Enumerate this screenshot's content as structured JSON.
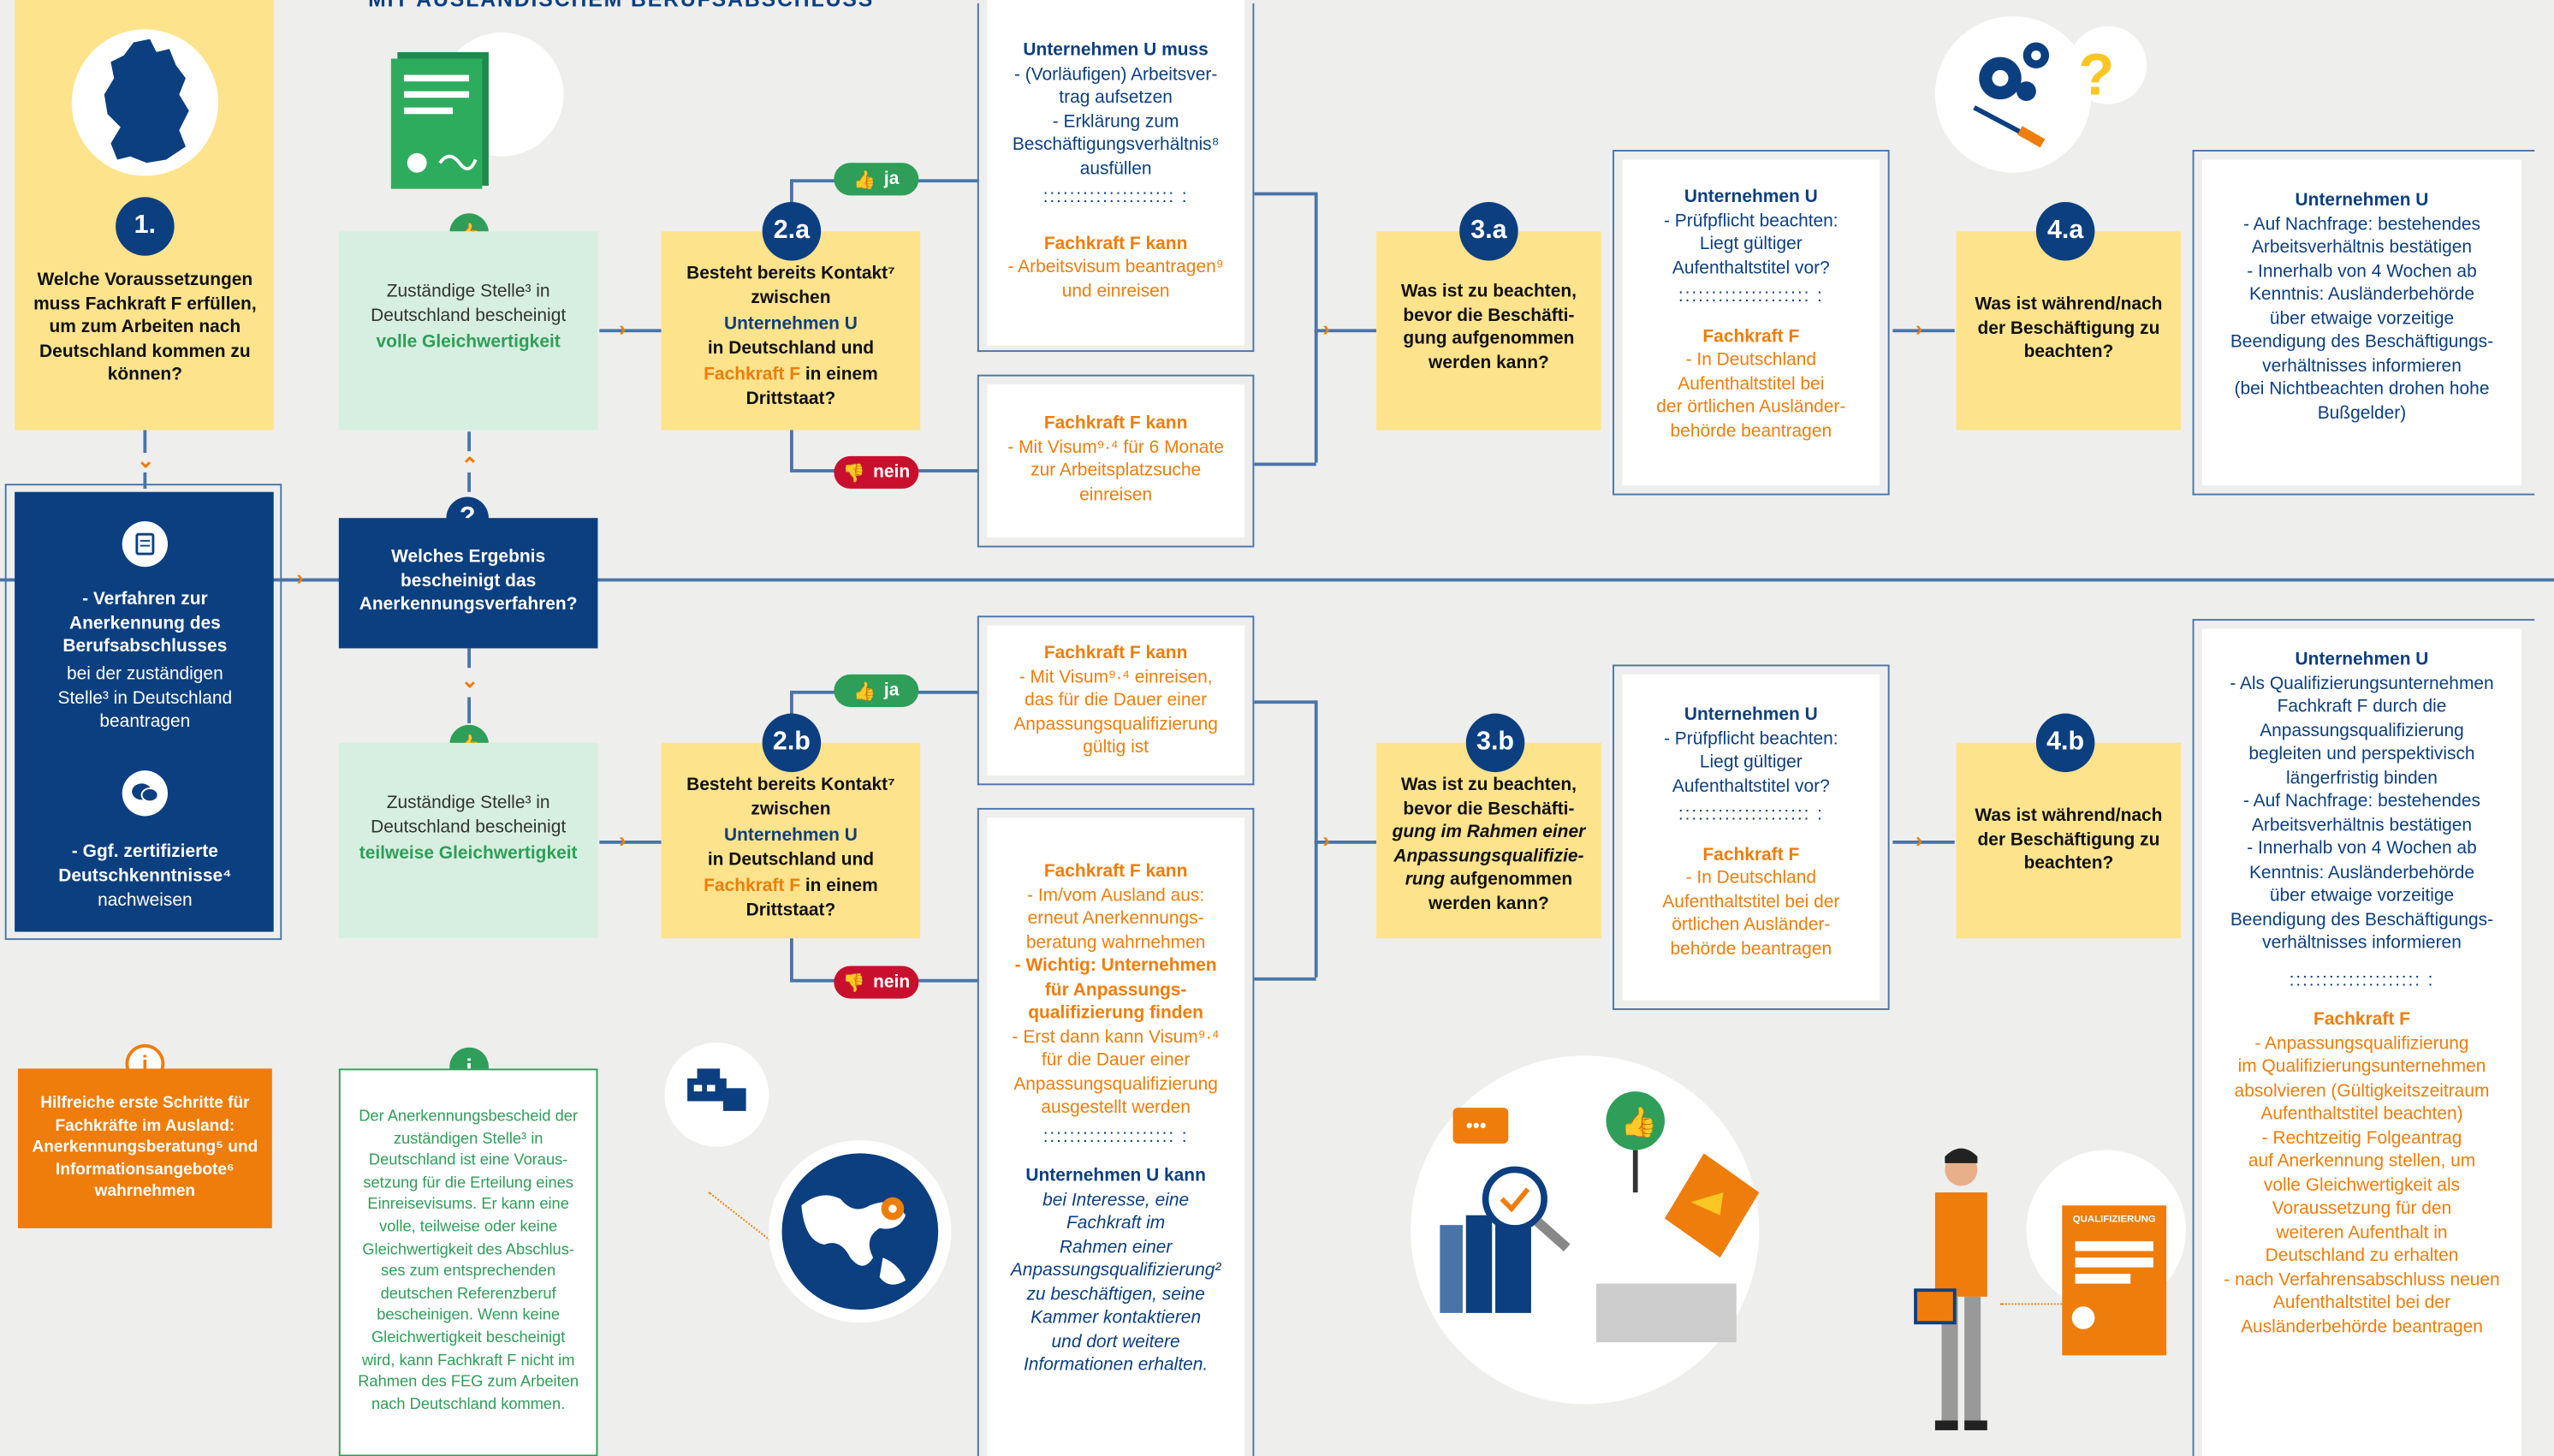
{
  "header": {
    "title": "MIT AUSLÄNDISCHEM BERUFSABSCHLUSS"
  },
  "step1": {
    "number": "1.",
    "question": "Welche Voraussetzungen muss Fachkraft F erfüllen, um zum Arbeiten nach Deutschland kommen zu können?"
  },
  "procedure": {
    "item1_title": "- Verfahren zur Anerkennung des Berufsabschlusses",
    "item1_rest": "bei der zuständigen Stelle³ in Deutschland beantragen",
    "item2_title": "- Ggf. zertifizierte Deutschkenntnisse⁴",
    "item2_rest": "nachweisen"
  },
  "result": {
    "question": "Welches Ergebnis bescheinigt das Anerkennungsverfahren?"
  },
  "green_top": {
    "line1": "Zuständige Stelle³ in Deutschland bescheinigt",
    "highlight": "volle Gleichwertigkeit"
  },
  "green_bottom": {
    "line1": "Zuständige Stelle³ in Deutschland bescheinigt",
    "highlight": "teilweise Gleichwertigkeit"
  },
  "step2a": {
    "number": "2.a",
    "l1": "Besteht bereits Kontakt⁷ zwischen",
    "u": "Unternehmen U",
    "l2": "in Deutschland und",
    "f": "Fachkraft F",
    "l3": "in einem Drittstaat?"
  },
  "step2b": {
    "number": "2.b",
    "l1": "Besteht bereits Kontakt⁷ zwischen",
    "u": "Unternehmen U",
    "l2": "in Deutschland und",
    "f": "Fachkraft F",
    "l3": "in einem Drittstaat?"
  },
  "labels": {
    "yes": "ja",
    "no": "nein"
  },
  "box_2a_yes": {
    "u_title": "Unternehmen U muss",
    "u_lines": [
      "- (Vorläufigen) Arbeitsver-",
      "trag aufsetzen",
      "- Erklärung zum",
      "Beschäftigungsverhältnis⁸",
      "ausfüllen"
    ],
    "sep": ":::::::::::::::::::: :",
    "f_title": "Fachkraft F kann",
    "f_lines": [
      "- Arbeitsvisum beantragen⁹",
      "und einreisen"
    ]
  },
  "box_2a_no": {
    "f_title": "Fachkraft F kann",
    "f_lines": [
      "- Mit Visum⁹·⁴ für 6 Monate",
      "zur Arbeitsplatzsuche",
      "einreisen"
    ]
  },
  "box_2b_yes": {
    "f_title": "Fachkraft F kann",
    "f_lines": [
      "- Mit Visum⁹·⁴ einreisen,",
      "das für die Dauer einer",
      "Anpassungsqualifizierung",
      "gültig ist"
    ]
  },
  "box_2b_no": {
    "f_title": "Fachkraft F kann",
    "f_lines": [
      "- Im/vom Ausland aus:",
      "erneut Anerkennungs-",
      "beratung wahrnehmen"
    ],
    "f_bold": [
      "- Wichtig: Unternehmen",
      "für Anpassungs-",
      "qualifizierung finden"
    ],
    "f_lines2": [
      "- Erst dann kann Visum⁹·⁴",
      "für die Dauer einer",
      "Anpassungsqualifizierung",
      "ausgestellt werden"
    ],
    "sep": ":::::::::::::::::::: :",
    "u_title": "Unternehmen U kann",
    "u_lines": [
      "bei Interesse, eine",
      "Fachkraft im",
      "Rahmen einer",
      "Anpassungsqualifizierung²",
      "zu beschäftigen, seine",
      "Kammer kontaktieren",
      "und dort weitere",
      "Informationen erhalten."
    ]
  },
  "step3a": {
    "number": "3.a",
    "text": "Was ist zu beachten, bevor die Beschäfti­gung aufgenommen werden kann?"
  },
  "step3b": {
    "number": "3.b",
    "l1": "Was ist zu beachten, bevor die Beschäfti-",
    "it": "gung im Rahmen einer Anpassungsqualifizie­rung",
    "l2": "aufgenommen werden kann?"
  },
  "box_3a": {
    "u_title": "Unternehmen U",
    "u_lines": [
      "- Prüfpflicht beachten:",
      "Liegt gültiger",
      "Aufenthaltstitel vor?"
    ],
    "sep": ":::::::::::::::::::: :",
    "f_title": "Fachkraft F",
    "f_lines": [
      "- In Deutschland",
      "Aufenthaltstitel bei",
      "der örtlichen Ausländer-",
      "behörde beantragen"
    ]
  },
  "box_3b": {
    "u_title": "Unternehmen U",
    "u_lines": [
      "- Prüfpflicht beachten:",
      "Liegt gültiger",
      "Aufenthaltstitel vor?"
    ],
    "sep": ":::::::::::::::::::: :",
    "f_title": "Fachkraft F",
    "f_lines": [
      "- In Deutschland",
      "Aufenthaltstitel bei der",
      "örtlichen Ausländer-",
      "behörde beantragen"
    ]
  },
  "step4a": {
    "number": "4.a",
    "text": "Was ist während/nach der Beschäftigung zu beachten?"
  },
  "step4b": {
    "number": "4.b",
    "text": "Was ist während/nach der Beschäftigung zu beachten?"
  },
  "box_4a": {
    "u_title": "Unternehmen U",
    "u_lines": [
      "- Auf Nachfrage: bestehendes",
      "Arbeitsverhältnis bestätigen",
      "- Innerhalb von 4 Wochen ab",
      "Kenntnis: Ausländerbehörde",
      "über etwaige vorzeitige",
      "Beendigung des Beschäftigungs-",
      "verhältnisses informieren",
      "(bei Nichtbeachten drohen hohe",
      "Bußgelder)"
    ]
  },
  "box_4b": {
    "u_title": "Unternehmen U",
    "u_lines": [
      "- Als Qualifizierungsunternehmen",
      "Fachkraft F durch die",
      "Anpassungsqualifizierung",
      "begleiten und perspektivisch",
      "längerfristig binden",
      "- Auf Nachfrage: bestehendes",
      "Arbeitsverhältnis bestätigen",
      "- Innerhalb von 4 Wochen ab",
      "Kenntnis: Ausländerbehörde",
      "über etwaige vorzeitige",
      "Beendigung des Beschäftigungs-",
      "verhältnisses informieren"
    ],
    "sep": ":::::::::::::::::::: :",
    "f_title": "Fachkraft F",
    "f_lines": [
      "- Anpassungsqualifizierung",
      "im Qualifizierungsunternehmen",
      "absolvieren (Gültigkeitszeitraum",
      "Aufenthaltstitel beachten)",
      "- Rechtzeitig Folgeantrag",
      "auf Anerkennung stellen, um",
      "volle Gleichwertigkeit als",
      "Voraussetzung für den",
      "weiteren Aufenthalt in",
      "Deutschland zu erhalten",
      "- nach Verfahrensabschluss neuen",
      "Aufenthaltstitel bei der",
      "Ausländerbehörde beantragen"
    ]
  },
  "info_orange": {
    "text": "Hilfreiche erste Schritte für Fachkräfte im Ausland: Anerkennungsberatung⁵ und Informationsangebote⁶ wahrnehmen"
  },
  "info_green": {
    "text": "Der Anerkennungsbescheid der zuständigen Stelle³ in Deutschland ist eine Voraus­setzung für die Erteilung eines Einreisevisums. Er kann eine volle, teilweise oder keine Gleichwertigkeit des Abschlus­ses zum entsprechenden deutschen Referenzberuf bescheinigen. Wenn keine Gleichwertigkeit bescheinigt wird, kann Fachkraft F nicht im Rahmen des FEG zum Arbeiten nach Deutschland kommen."
  },
  "icons": {
    "question_mark": "?",
    "info": "i",
    "certificate_label": "QUALIFIZIERUNG"
  },
  "colors": {
    "dark_blue": "#0c3f80",
    "orange": "#ef7d0b",
    "green": "#2e9e58",
    "yellow": "#fde38c",
    "light_green": "#d6efe0",
    "red": "#c8102e"
  }
}
